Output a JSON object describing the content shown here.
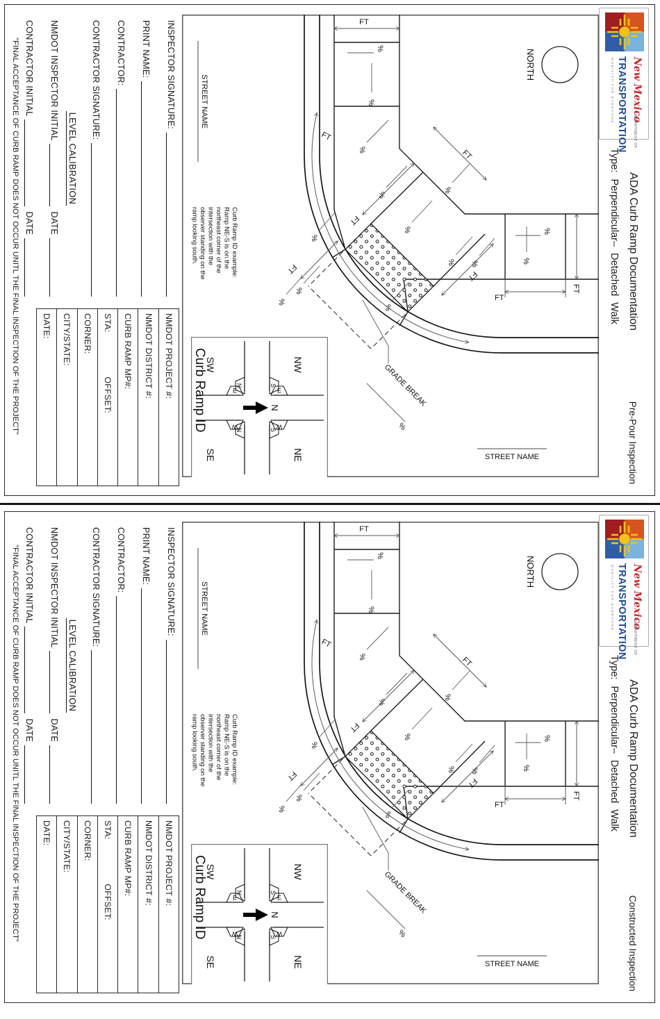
{
  "pages": [
    {
      "inspection": "Pre-Pour Inspection"
    },
    {
      "inspection": "Constructed Inspection"
    }
  ],
  "logo": {
    "script": "New Mexico",
    "department": "DEPARTMENT OF",
    "name": "TRANSPORTATION",
    "tagline": "MOBILITY FOR EVERYONE"
  },
  "header": {
    "title": "ADA Curb Ramp Documentation",
    "type_line": "Type: Perpendicular– Detached Walk"
  },
  "drawing": {
    "north": "NORTH",
    "street_name": "STREET NAME",
    "ft": "FT",
    "percent": "%",
    "grade_break": "GRADE BREAK",
    "note_lines": [
      "Curb Ramp ID example:",
      "Ramp NE-S is on the",
      "northeast corner of the",
      "intersection with the",
      "observer standing on the",
      "ramp looking south."
    ]
  },
  "compass": {
    "title": "Curb Ramp ID",
    "north_arrow": "N",
    "corners": {
      "nw": "NW",
      "ne": "NE",
      "sw": "SW",
      "se": "SE"
    },
    "ramps": {
      "nw": [
        "S",
        "E"
      ],
      "ne": [
        "S",
        "W"
      ],
      "sw": [
        "N",
        "E"
      ],
      "se": [
        "N",
        "W"
      ]
    }
  },
  "fields": {
    "inspector_signature": "INSPECTOR SIGNATURE:",
    "print_name": "PRINT NAME:",
    "contractor": "CONTRACTOR:",
    "contractor_signature": "CONTRACTOR SIGNATURE:",
    "level_calibration": "LEVEL CALIBRATION",
    "nmdot_inspector_initial": "NMDOT INSPECTOR INITIAL",
    "contractor_initial": "CONTRACTOR INITIAL",
    "date": "DATE"
  },
  "table": {
    "project": "NMDOT PROJECT #:",
    "district": "NMDOT DISTRICT #:",
    "mp": "CURB RAMP MP#:",
    "sta": "STA:",
    "offset": "OFFSET:",
    "corner": "CORNER:",
    "city_state": "CITY/STATE:",
    "date": "DATE:"
  },
  "footer": {
    "disclaimer": "\"FINAL ACCEPTANCE OF CURB RAMP DOES NOT OCCUR UNITL THE FINAL INSPECTION OF THE PROJECT\""
  },
  "colors": {
    "line": "#1a1a1a",
    "dim": "#5a5a5a",
    "logo_blue": "#1f4e9c",
    "logo_red": "#c9252c",
    "zia_yellow": "#f2c218"
  }
}
